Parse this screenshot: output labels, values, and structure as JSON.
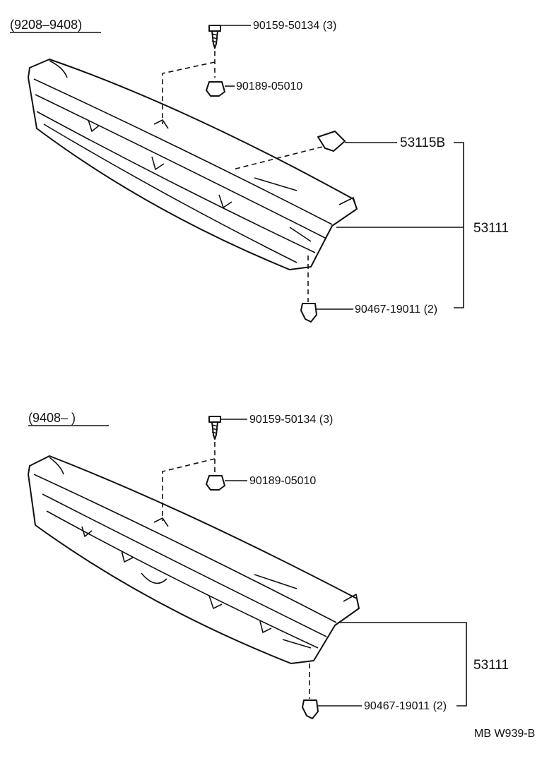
{
  "sections": [
    {
      "range": "(9208–9408)",
      "parts": {
        "screw": "90159-50134 (3)",
        "nut": "90189-05010",
        "bracket": "53115B",
        "grille": "53111",
        "clip": "90467-19011 (2)"
      }
    },
    {
      "range": "(9408–        )",
      "parts": {
        "screw": "90159-50134 (3)",
        "nut": "90189-05010",
        "grille": "53111",
        "clip": "90467-19011 (2)"
      }
    }
  ],
  "footer_ref": "MB W939-B"
}
